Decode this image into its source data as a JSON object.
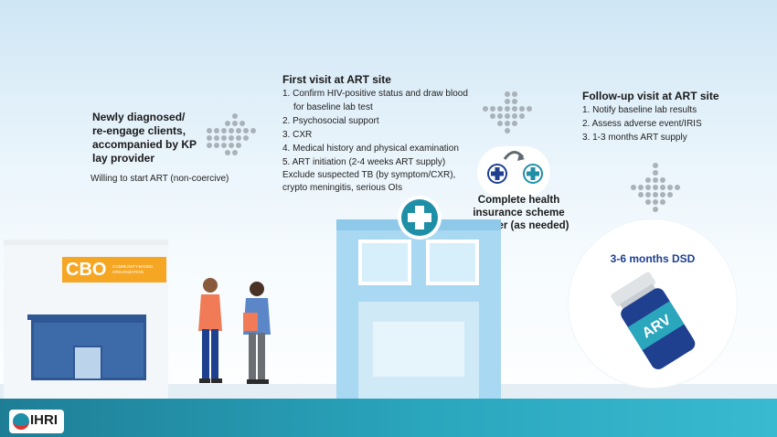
{
  "step1": {
    "title": "Newly diagnosed/ re-engage clients, accompanied by KP lay provider",
    "note": "Willing to start ART (non-coercive)"
  },
  "step2": {
    "title": "First visit at ART site",
    "items": [
      "1.  Confirm HIV-positive status and draw blood",
      "for baseline lab test",
      "2. Psychosocial support",
      "3. CXR",
      "4. Medical history and physical examination",
      "5. ART initiation (2-4 weeks ART supply)"
    ],
    "note": "Exclude suspected TB (by symptom/CXR), crypto meningitis, serious OIs"
  },
  "transfer": {
    "label": "Complete health insurance scheme transfer (as needed)"
  },
  "step3": {
    "title": "Follow-up visit at ART site",
    "items": [
      "1. Notify baseline lab results",
      "2. Assess adverse event/IRIS",
      "3. 1-3 months ART supply"
    ]
  },
  "dsd": {
    "label": "3-6 months DSD",
    "bottle_label": "ARV"
  },
  "cbo": {
    "abbr": "CBO",
    "full": "COMMUNITY-BASED ORGANIZATION"
  },
  "logo": {
    "text": "IHRI"
  },
  "colors": {
    "orange": "#f5a623",
    "teal": "#1f8fa8",
    "navy": "#1f3f8f",
    "light_blue": "#bfe3f5"
  }
}
